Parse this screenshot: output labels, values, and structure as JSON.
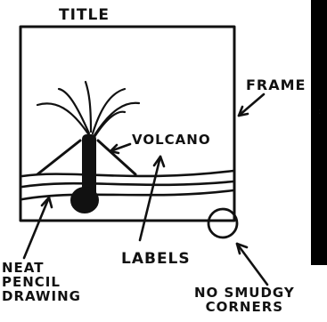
{
  "labels": {
    "title": "TITLE",
    "frame": "FRAME",
    "volcano": "VOLCANO",
    "labels": "LABELS",
    "neat_pencil_drawing": "NEAT\nPENCIL\nDRAWING",
    "no_smudgy_corners": "NO SMUDGY\nCORNERS"
  }
}
